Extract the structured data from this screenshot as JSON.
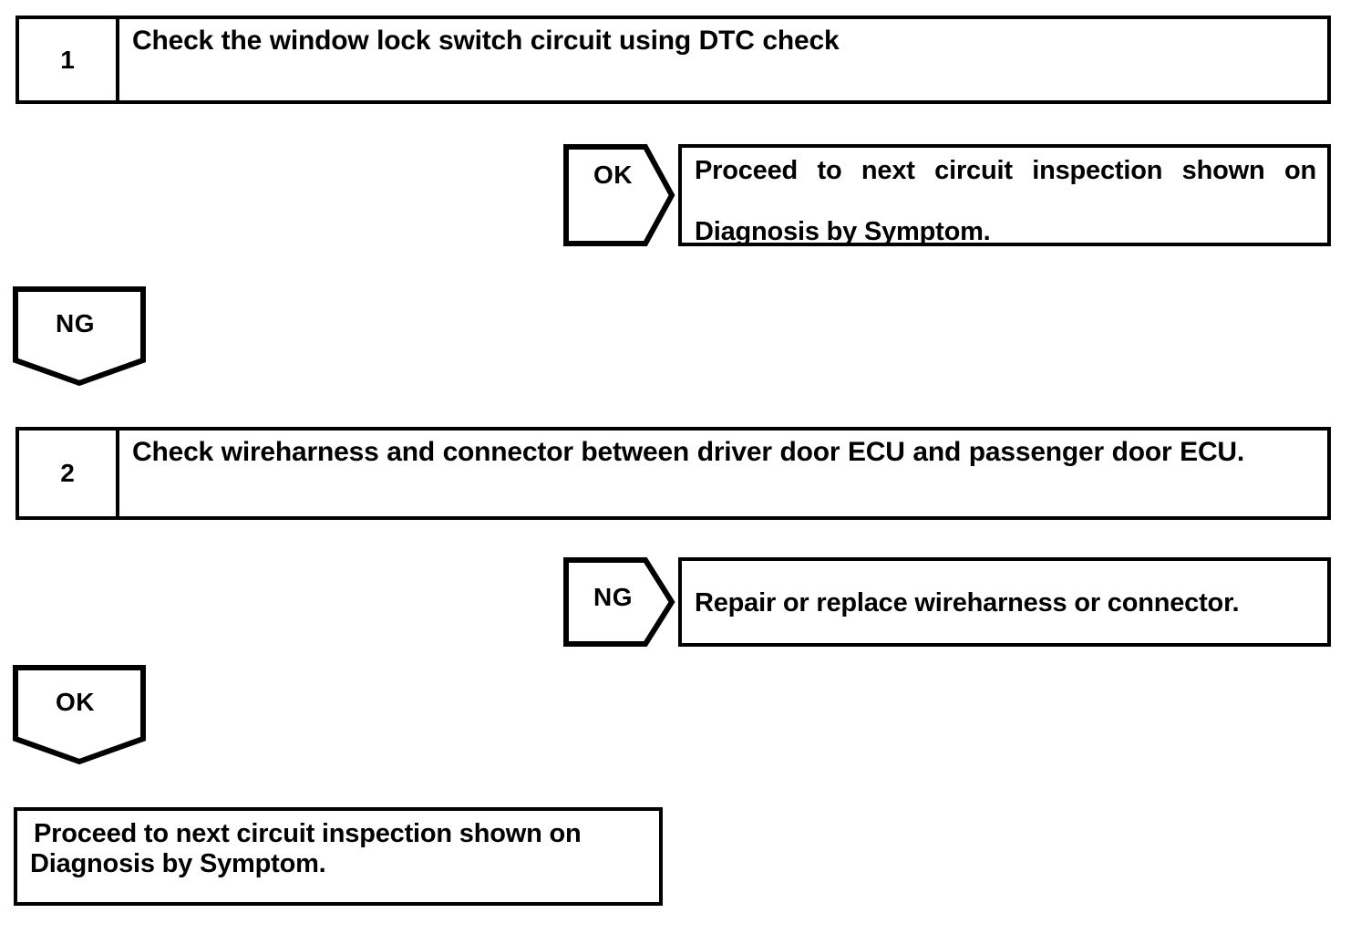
{
  "document": {
    "type": "troubleshooting-flowchart",
    "line_color": "#000000",
    "background_color": "#ffffff"
  },
  "steps": [
    {
      "number": "1",
      "text": "Check the window lock switch circuit using DTC check"
    },
    {
      "number": "2",
      "text": "Check wireharness and connector between driver door ECU and passenger door ECU."
    }
  ],
  "branches": [
    {
      "label": "OK",
      "direction": "right",
      "result_line_1": "Proceed to next circuit inspection shown on",
      "result_line_2": "Diagnosis by Symptom."
    },
    {
      "label": "NG",
      "direction": "down"
    },
    {
      "label": "NG",
      "direction": "right",
      "result_line_1": "Repair or replace wireharness or connector."
    },
    {
      "label": "OK",
      "direction": "down"
    }
  ],
  "final": {
    "line_1": "Proceed to next circuit inspection shown on",
    "line_2": "Diagnosis by Symptom."
  }
}
